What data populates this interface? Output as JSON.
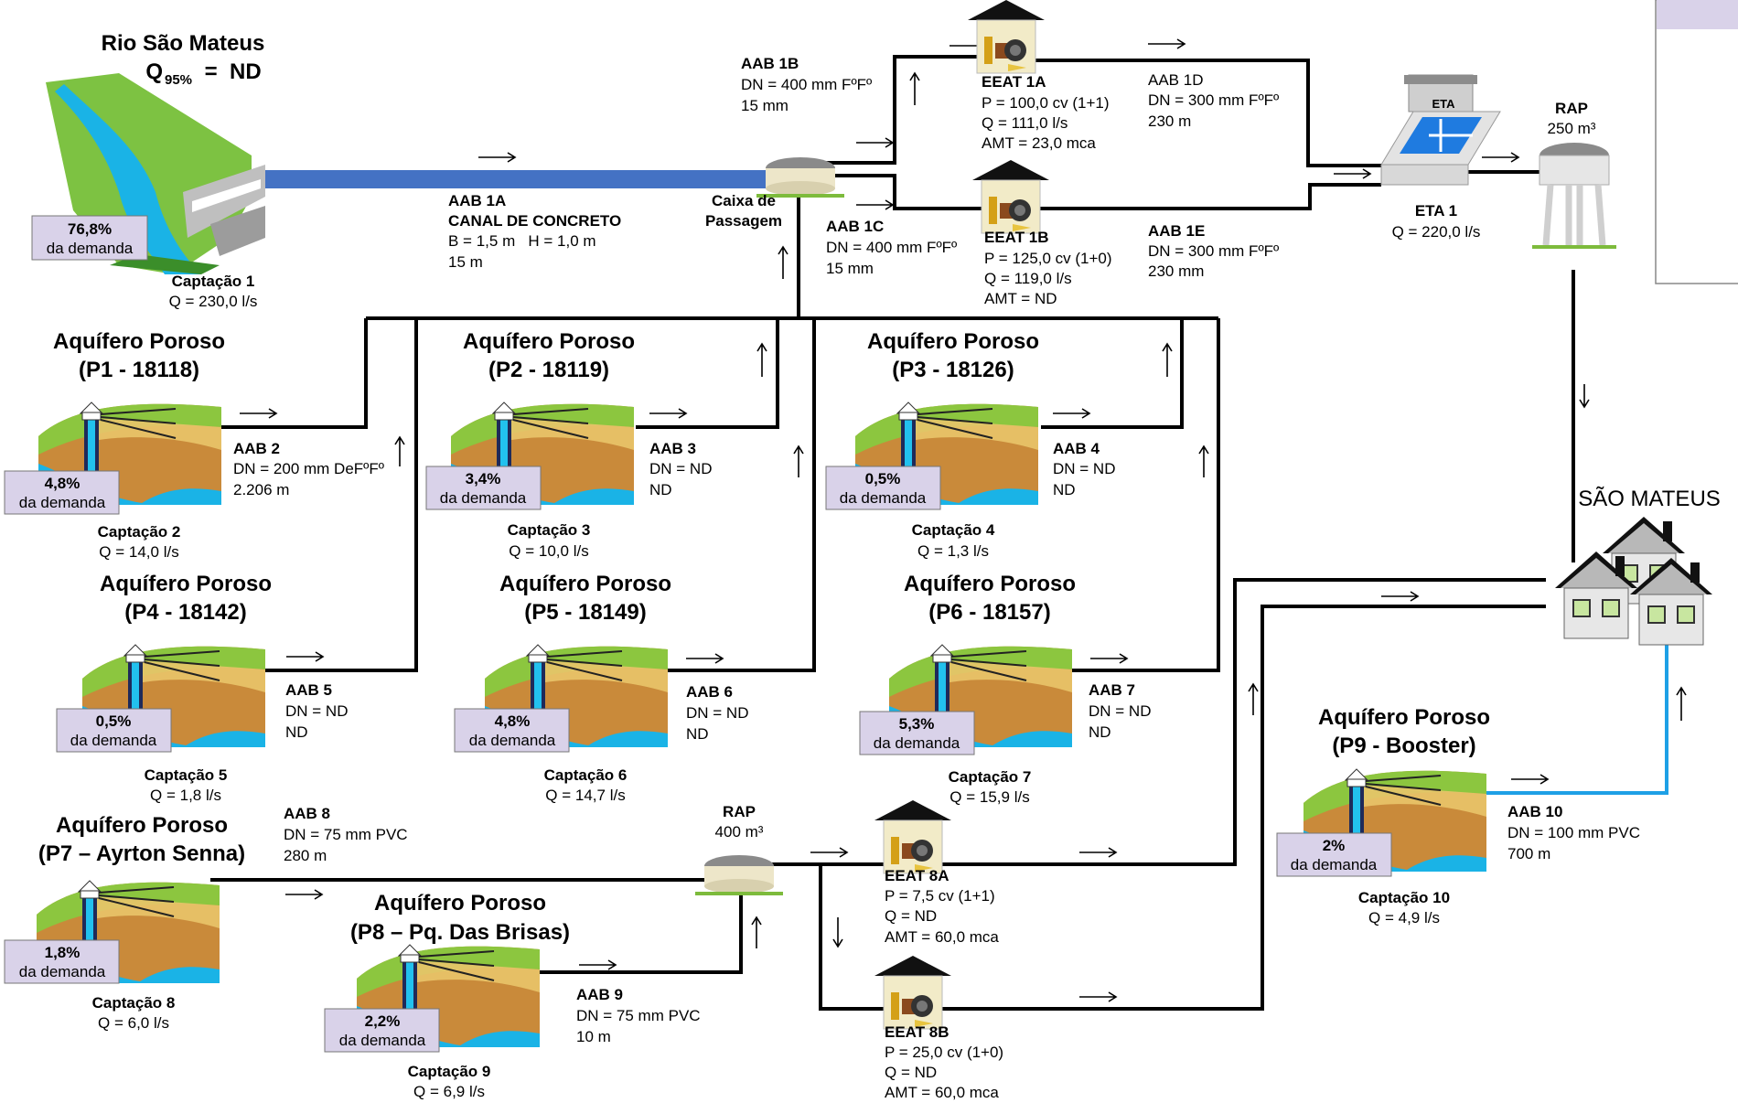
{
  "river": {
    "title": "Rio São Mateus",
    "flow_main": "Q",
    "flow_sub": "95%",
    "flow_rest": " =  ND"
  },
  "captacao1": {
    "name": "Captação 1",
    "flow": "Q = 230,0 l/s",
    "pct": "76,8%",
    "demand": "da demanda"
  },
  "aab1a": {
    "name": "AAB 1A",
    "desc": "CANAL DE CONCRETO",
    "dims": "B = 1,5 m   H = 1,0 m",
    "len": "15 m"
  },
  "caixa": {
    "l1": "Caixa de",
    "l2": "Passagem"
  },
  "aab1b": {
    "name": "AAB 1B",
    "dn": "DN = 400 mm FºFº",
    "len": "15 mm"
  },
  "aab1c": {
    "name": "AAB 1C",
    "dn": "DN = 400 mm FºFº",
    "len": "15 mm"
  },
  "eeat1a": {
    "name": "EEAT 1A",
    "p": "P = 100,0 cv (1+1)",
    "q": "Q = 111,0 l/s",
    "amt": "AMT = 23,0 mca"
  },
  "eeat1b": {
    "name": "EEAT 1B",
    "p": "P = 125,0 cv (1+0)",
    "q": "Q = 119,0 l/s",
    "amt": "AMT = ND"
  },
  "aab1d": {
    "name": "AAB 1D",
    "dn": "DN = 300 mm FºFº",
    "len": "230 m"
  },
  "aab1e": {
    "name": "AAB 1E",
    "dn": "DN = 300 mm FºFº",
    "len": "230 mm"
  },
  "eta": {
    "icon_label": "ETA",
    "name": "ETA 1",
    "flow": "Q = 220,0 l/s"
  },
  "rap1": {
    "name": "RAP",
    "vol": "250 m³"
  },
  "city": {
    "name": "SÃO MATEUS"
  },
  "aquifers": [
    {
      "title": "Aquífero Poroso",
      "code": "(P1 - 18118)",
      "pct": "4,8%",
      "demand": "da demanda",
      "cap": "Captação 2",
      "flow": "Q = 14,0 l/s",
      "aab": "AAB 2",
      "dn": "DN = 200 mm DeFºFº",
      "len": "2.206 m"
    },
    {
      "title": "Aquífero Poroso",
      "code": "(P2 - 18119)",
      "pct": "3,4%",
      "demand": "da demanda",
      "cap": "Captação 3",
      "flow": "Q = 10,0 l/s",
      "aab": "AAB 3",
      "dn": "DN = ND",
      "len": "ND"
    },
    {
      "title": "Aquífero Poroso",
      "code": "(P3 - 18126)",
      "pct": "0,5%",
      "demand": "da demanda",
      "cap": "Captação 4",
      "flow": "Q = 1,3 l/s",
      "aab": "AAB 4",
      "dn": "DN = ND",
      "len": "ND"
    },
    {
      "title": "Aquífero Poroso",
      "code": "(P4 - 18142)",
      "pct": "0,5%",
      "demand": "da demanda",
      "cap": "Captação 5",
      "flow": "Q = 1,8 l/s",
      "aab": "AAB 5",
      "dn": "DN = ND",
      "len": "ND"
    },
    {
      "title": "Aquífero Poroso",
      "code": "(P5 - 18149)",
      "pct": "4,8%",
      "demand": "da demanda",
      "cap": "Captação 6",
      "flow": "Q = 14,7 l/s",
      "aab": "AAB 6",
      "dn": "DN = ND",
      "len": "ND"
    },
    {
      "title": "Aquífero Poroso",
      "code": "(P6 - 18157)",
      "pct": "5,3%",
      "demand": "da demanda",
      "cap": "Captação 7",
      "flow": "Q = 15,9 l/s",
      "aab": "AAB 7",
      "dn": "DN = ND",
      "len": "ND"
    },
    {
      "title": "Aquífero Poroso",
      "code": "(P7 – Ayrton Senna)",
      "pct": "1,8%",
      "demand": "da demanda",
      "cap": "Captação 8",
      "flow": "Q = 6,0 l/s",
      "aab": "AAB 8",
      "dn": "DN = 75 mm PVC",
      "len": "280 m"
    },
    {
      "title": "Aquífero Poroso",
      "code": "(P8 – Pq. Das Brisas)",
      "pct": "2,2%",
      "demand": "da demanda",
      "cap": "Captação 9",
      "flow": "Q = 6,9 l/s",
      "aab": "AAB 9",
      "dn": "DN = 75 mm PVC",
      "len": "10 m"
    },
    {
      "title": "Aquífero Poroso",
      "code": "(P9 - Booster)",
      "pct": "2%",
      "demand": "da demanda",
      "cap": "Captação 10",
      "flow": "Q = 4,9 l/s",
      "aab": "AAB 10",
      "dn": "DN = 100 mm PVC",
      "len": "700 m"
    }
  ],
  "rap2": {
    "name": "RAP",
    "vol": "400 m³"
  },
  "eeat8a": {
    "name": "EEAT 8A",
    "p": "P = 7,5 cv (1+1)",
    "q": "Q = ND",
    "amt": "AMT = 60,0 mca"
  },
  "eeat8b": {
    "name": "EEAT 8B",
    "p": "P = 25,0 cv (1+0)",
    "q": "Q = ND",
    "amt": "AMT = 60,0 mca"
  },
  "colors": {
    "pipe": "#000000",
    "canal": "#4472C4",
    "booster_pipe": "#1EA0E6",
    "demand_box": "#D9D2E9",
    "water": "#1AB3E6"
  }
}
